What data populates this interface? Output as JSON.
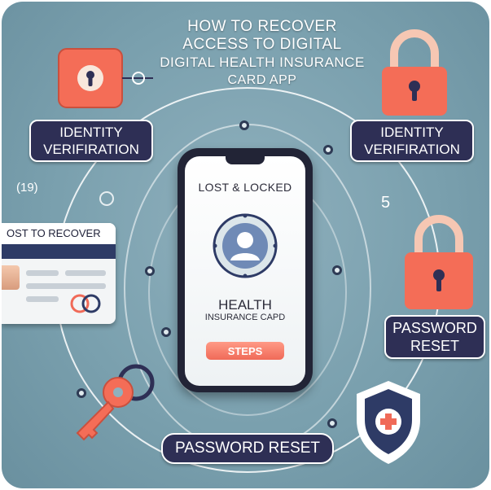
{
  "title": {
    "line1": "HOW TO RECOVER",
    "line2": "ACCESS TO DIGITAL",
    "line3": "DIGITAL HEALTH INSURANCE",
    "line4": "CARD APP"
  },
  "labels": {
    "identity_left_line1": "IDENTITY",
    "identity_left_line2": "VERIFIRATION",
    "identity_right_line1": "IDENTITY",
    "identity_right_line2": "VERIFIRATION",
    "password_right_line1": "PASSWORD",
    "password_right_line2": "RESET",
    "password_bottom": "PASSWORD RESET"
  },
  "phone": {
    "heading": "LOST & LOCKED",
    "health_line1": "HEALTH",
    "health_line2": "INSURANCE CAPD",
    "button": "STEPS"
  },
  "card": {
    "header": "OST TO RECOVER"
  },
  "side_numbers": {
    "left": "(19)",
    "right": "5"
  },
  "icons": {
    "padlock": "padlock-icon",
    "key": "key-icon",
    "shield": "shield-plus-icon",
    "user": "user-avatar-icon"
  },
  "colors": {
    "accent": "#f06a58",
    "navy": "#2e2f55",
    "background": "#7aa0ae"
  }
}
